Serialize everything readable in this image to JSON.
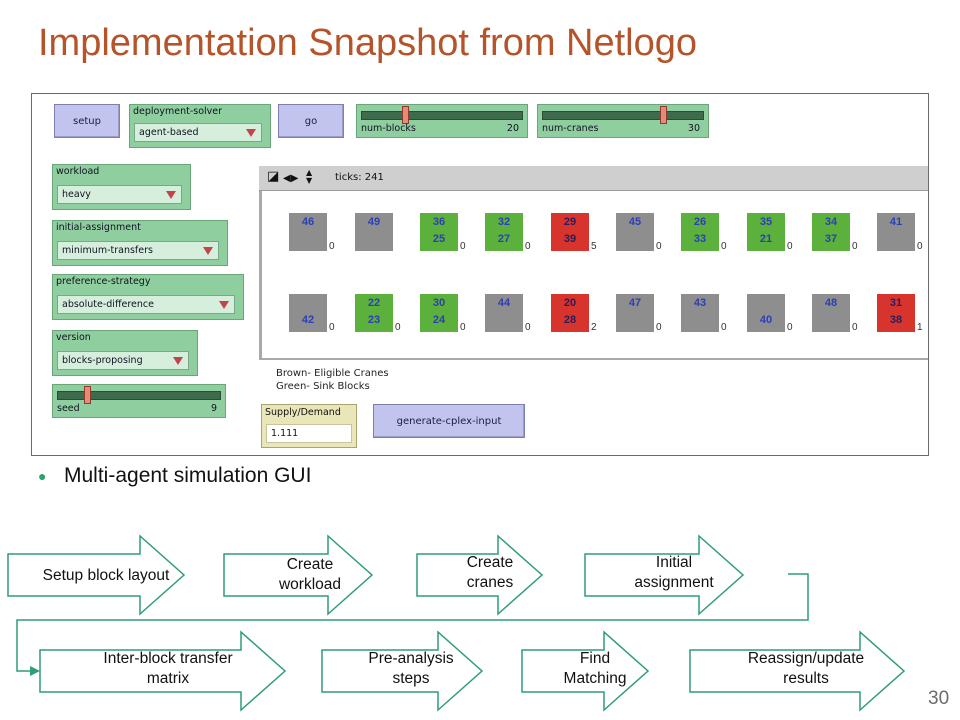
{
  "slide": {
    "title": "Implementation Snapshot from Netlogo",
    "bullet": "Multi-agent simulation GUI",
    "page_number": "30"
  },
  "netlogo": {
    "buttons": {
      "setup": "setup",
      "go": "go",
      "generate": "generate-cplex-input"
    },
    "choosers": {
      "deployment_solver": {
        "label": "deployment-solver",
        "value": "agent-based"
      },
      "workload": {
        "label": "workload",
        "value": "heavy"
      },
      "initial_assignment": {
        "label": "initial-assignment",
        "value": "minimum-transfers"
      },
      "preference_strategy": {
        "label": "preference-strategy",
        "value": "absolute-difference"
      },
      "version": {
        "label": "version",
        "value": "blocks-proposing"
      }
    },
    "sliders": {
      "num_blocks": {
        "label": "num-blocks",
        "value": "20",
        "fraction": 0.27
      },
      "num_cranes": {
        "label": "num-cranes",
        "value": "30",
        "fraction": 0.75
      },
      "seed": {
        "label": "seed",
        "value": "9",
        "fraction": 0.18
      }
    },
    "view": {
      "ticks_text": "ticks: 241",
      "control_glyphs": [
        "◪",
        "◀▶",
        "▲▼"
      ]
    },
    "blocks": {
      "row1": [
        {
          "top": "46",
          "bottom": "",
          "count": "0",
          "color": "#8e8e8e"
        },
        {
          "top": "49",
          "bottom": "",
          "count": "",
          "color": "#8e8e8e"
        },
        {
          "top": "36",
          "bottom": "25",
          "count": "0",
          "color": "#5bb13b"
        },
        {
          "top": "32",
          "bottom": "27",
          "count": "0",
          "color": "#5bb13b"
        },
        {
          "top": "29",
          "bottom": "39",
          "count": "5",
          "color": "#d8342e"
        },
        {
          "top": "45",
          "bottom": "",
          "count": "0",
          "color": "#8e8e8e"
        },
        {
          "top": "26",
          "bottom": "33",
          "count": "0",
          "color": "#5bb13b"
        },
        {
          "top": "35",
          "bottom": "21",
          "count": "0",
          "color": "#5bb13b"
        },
        {
          "top": "34",
          "bottom": "37",
          "count": "0",
          "color": "#5bb13b"
        },
        {
          "top": "41",
          "bottom": "",
          "count": "0",
          "color": "#8e8e8e"
        }
      ],
      "row2": [
        {
          "top": "",
          "bottom": "42",
          "count": "0",
          "color": "#8e8e8e"
        },
        {
          "top": "22",
          "bottom": "23",
          "count": "0",
          "color": "#5bb13b"
        },
        {
          "top": "30",
          "bottom": "24",
          "count": "0",
          "color": "#5bb13b"
        },
        {
          "top": "44",
          "bottom": "",
          "count": "0",
          "color": "#8e8e8e"
        },
        {
          "top": "20",
          "bottom": "28",
          "count": "2",
          "color": "#d8342e"
        },
        {
          "top": "47",
          "bottom": "",
          "count": "0",
          "color": "#8e8e8e"
        },
        {
          "top": "43",
          "bottom": "",
          "count": "0",
          "color": "#8e8e8e"
        },
        {
          "top": "",
          "bottom": "40",
          "count": "0",
          "color": "#8e8e8e"
        },
        {
          "top": "48",
          "bottom": "",
          "count": "0",
          "color": "#8e8e8e"
        },
        {
          "top": "31",
          "bottom": "38",
          "count": "1",
          "color": "#d8342e"
        }
      ]
    },
    "legend": [
      "Brown- Eligible Cranes",
      "Green- Sink Blocks"
    ],
    "monitor": {
      "label": "Supply/Demand",
      "value": "1.111"
    }
  },
  "process_steps": [
    [
      "Setup block layout"
    ],
    [
      "Create",
      "workload"
    ],
    [
      "Create",
      "cranes"
    ],
    [
      "Initial",
      "assignment"
    ],
    [
      "Inter-block transfer",
      "matrix"
    ],
    [
      "Pre-analysis",
      "steps"
    ],
    [
      "Find",
      "Matching"
    ],
    [
      "Reassign/update",
      "results"
    ]
  ],
  "colors": {
    "title": "#b5542a",
    "arrow_stroke": "#2f9e75",
    "bullet": "#2aa36d"
  }
}
